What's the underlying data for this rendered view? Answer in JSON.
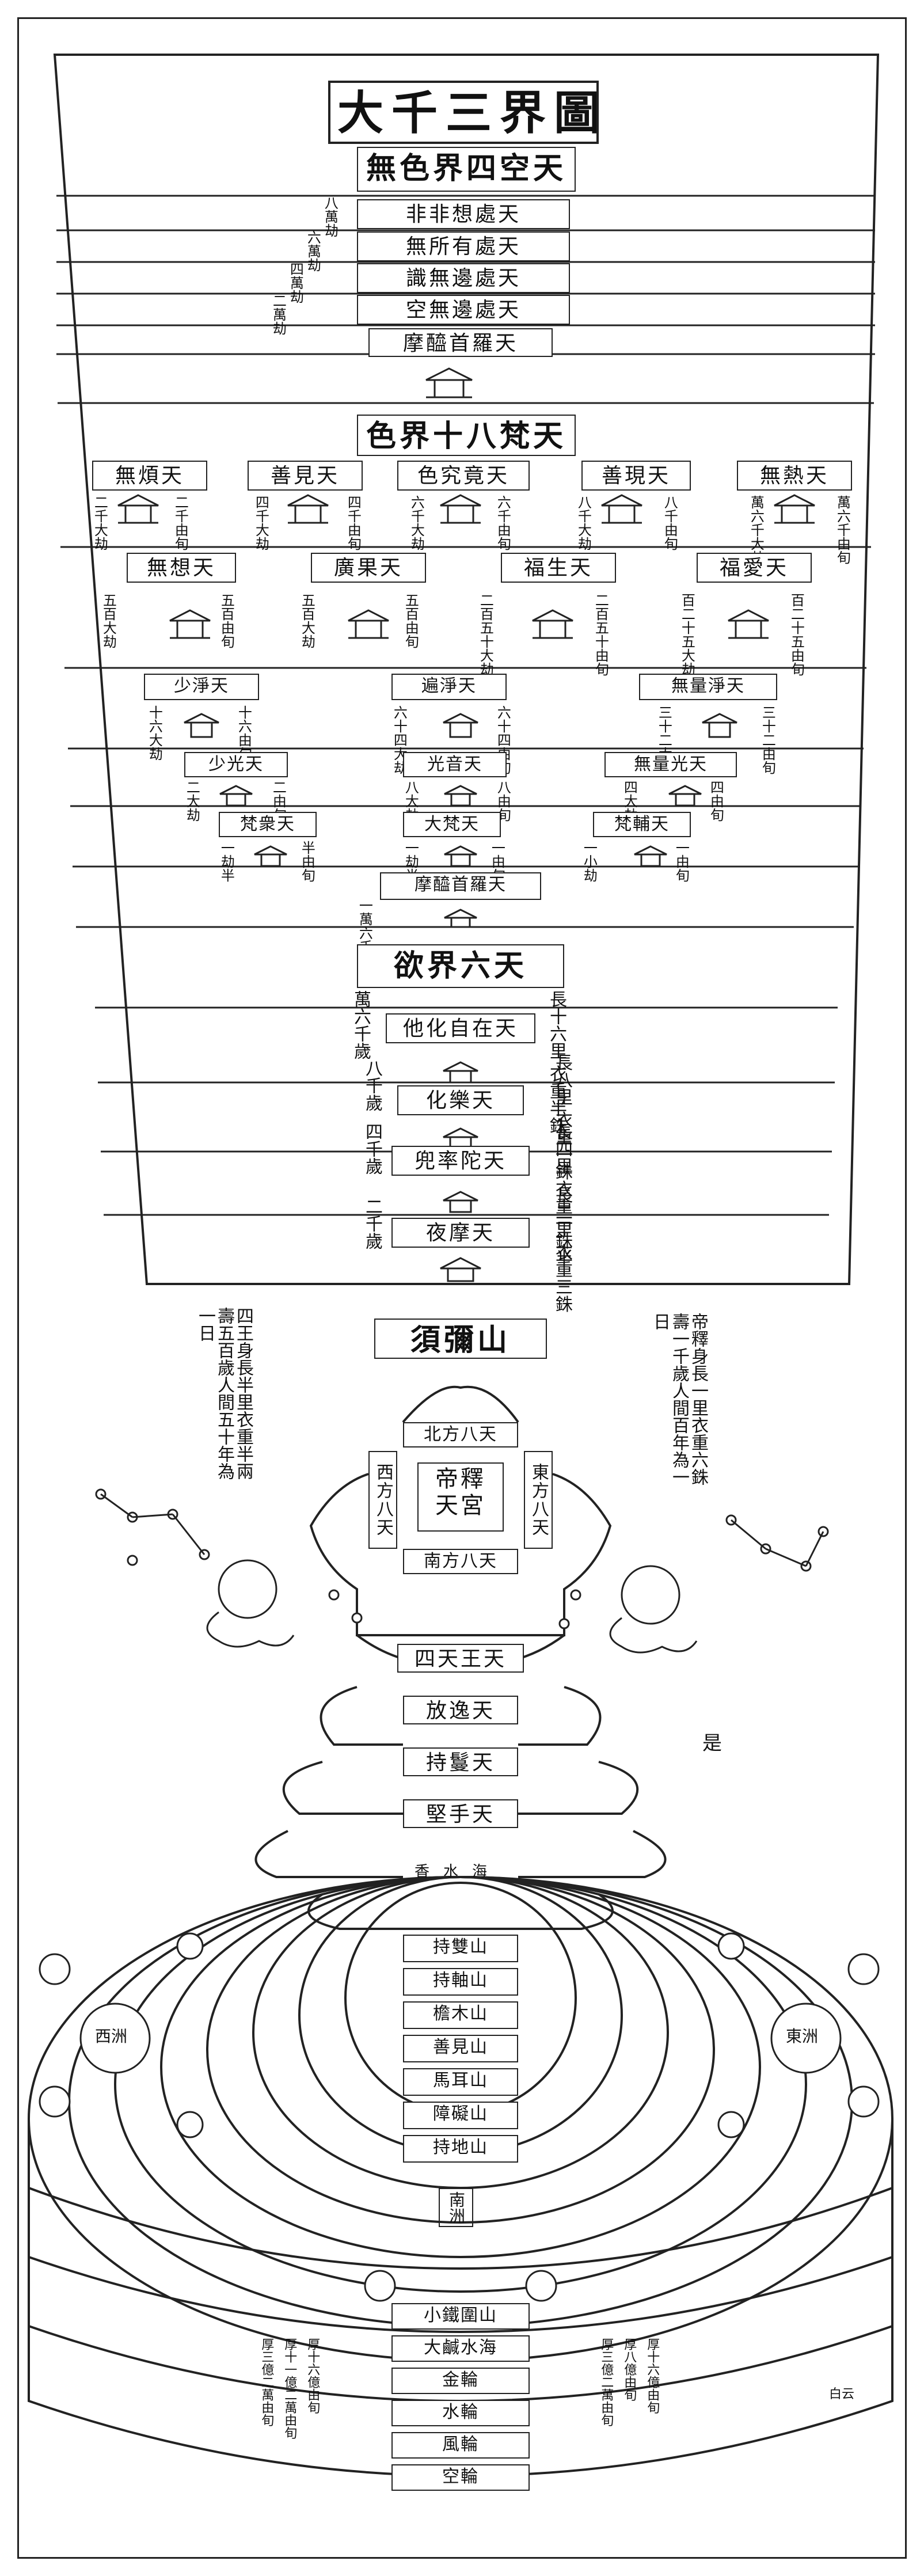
{
  "title": "大千三界圖",
  "formless_realm": {
    "header": "無色界四空天",
    "heavens": [
      "非非想處天",
      "無所有處天",
      "識無邊處天",
      "空無邊處天"
    ],
    "lifespans": [
      "八萬劫",
      "六萬劫",
      "四萬劫",
      "二萬劫"
    ],
    "bottom_label": "摩醯首羅天"
  },
  "form_realm": {
    "header": "色界十八梵天",
    "row1": [
      {
        "name": "無煩天",
        "notes": [
          "二千大劫",
          "二千由旬"
        ]
      },
      {
        "name": "善見天",
        "notes": [
          "四千大劫",
          "四千由旬"
        ]
      },
      {
        "name": "色究竟天",
        "notes": [
          "六千大劫",
          "六千由旬"
        ]
      },
      {
        "name": "善現天",
        "notes": [
          "八千大劫",
          "八千由旬"
        ]
      },
      {
        "name": "無熱天",
        "notes": [
          "萬六千大劫",
          "萬六千由旬"
        ]
      }
    ],
    "row2": [
      {
        "name": "無想天",
        "notes": [
          "五百大劫",
          "五百由旬"
        ]
      },
      {
        "name": "廣果天",
        "notes": [
          "五百大劫",
          "五百由旬"
        ]
      },
      {
        "name": "福生天",
        "notes": [
          "二百五十大劫",
          "二百五十由旬"
        ]
      },
      {
        "name": "福愛天",
        "notes": [
          "百二十五大劫",
          "百二十五由旬"
        ]
      }
    ],
    "row3": [
      {
        "name": "少淨天",
        "notes": [
          "十六大劫",
          "十六由旬"
        ]
      },
      {
        "name": "遍淨天",
        "notes": [
          "六十四大劫",
          "六十四由旬"
        ]
      },
      {
        "name": "無量淨天",
        "notes": [
          "三十二大劫",
          "三十二由旬"
        ]
      }
    ],
    "row4": [
      {
        "name": "少光天",
        "notes": [
          "二大劫",
          "二由旬"
        ]
      },
      {
        "name": "光音天",
        "notes": [
          "八大劫",
          "八由旬"
        ]
      },
      {
        "name": "無量光天",
        "notes": [
          "四大劫",
          "四由旬"
        ]
      }
    ],
    "row5": [
      {
        "name": "梵衆天",
        "notes": [
          "一劫半",
          "半由旬"
        ]
      },
      {
        "name": "大梵天",
        "notes": [
          "一劫半",
          "一由旬半"
        ]
      },
      {
        "name": "梵輔天",
        "notes": [
          "一小劫",
          "一由旬"
        ]
      }
    ],
    "footer_label": "摩醯首羅天",
    "footer_note": "一萬六千歲"
  },
  "desire_realm": {
    "header": "欲界六天",
    "heavens": [
      {
        "name": "他化自在天",
        "left": "萬六千歲",
        "right": "長十六里 衣重半銖"
      },
      {
        "name": "化樂天",
        "left": "八千歲",
        "right": "長八里 衣重一銖"
      },
      {
        "name": "兜率陀天",
        "left": "四千歲",
        "right": "長四里 衣重一銖半"
      },
      {
        "name": "夜摩天",
        "left": "二千歲",
        "right": "長二里 衣重三銖"
      }
    ]
  },
  "sumeru": {
    "title": "須彌山",
    "left_note": "四王身長半里衣重半兩壽五百歲人間五十年為一日",
    "right_note": "帝釋身長一里衣重六銖壽一千歲人間百年為一日",
    "palace_top": "北方八天",
    "palace_center": "帝釋天宮",
    "palace_bottom": "南方八天",
    "palace_left": "西方八天",
    "palace_right": "東方八天",
    "ridges": [
      "四天王天",
      "放逸天",
      "持鬘天",
      "堅手天"
    ],
    "side_char": "是"
  },
  "mountains": {
    "sea_label": "香水海",
    "ranges": [
      "持雙山",
      "持軸山",
      "檐木山",
      "善見山",
      "馬耳山",
      "障礙山",
      "持地山"
    ],
    "south_continent": "南洲",
    "west_continent": "西洲",
    "east_continent": "東洲"
  },
  "base": {
    "layers": [
      "小鐵圍山",
      "大鹹水海",
      "金輪",
      "水輪",
      "風輪",
      "空輪"
    ],
    "left_notes": [
      "厚三億二萬由旬",
      "厚十一億二萬由旬",
      "厚十六億由旬"
    ],
    "right_notes": [
      "厚三億二萬由旬",
      "厚八億由旬",
      "厚十六億由旬"
    ],
    "credit": "白云"
  },
  "colors": {
    "ink": "#111111",
    "paper": "#ffffff"
  }
}
